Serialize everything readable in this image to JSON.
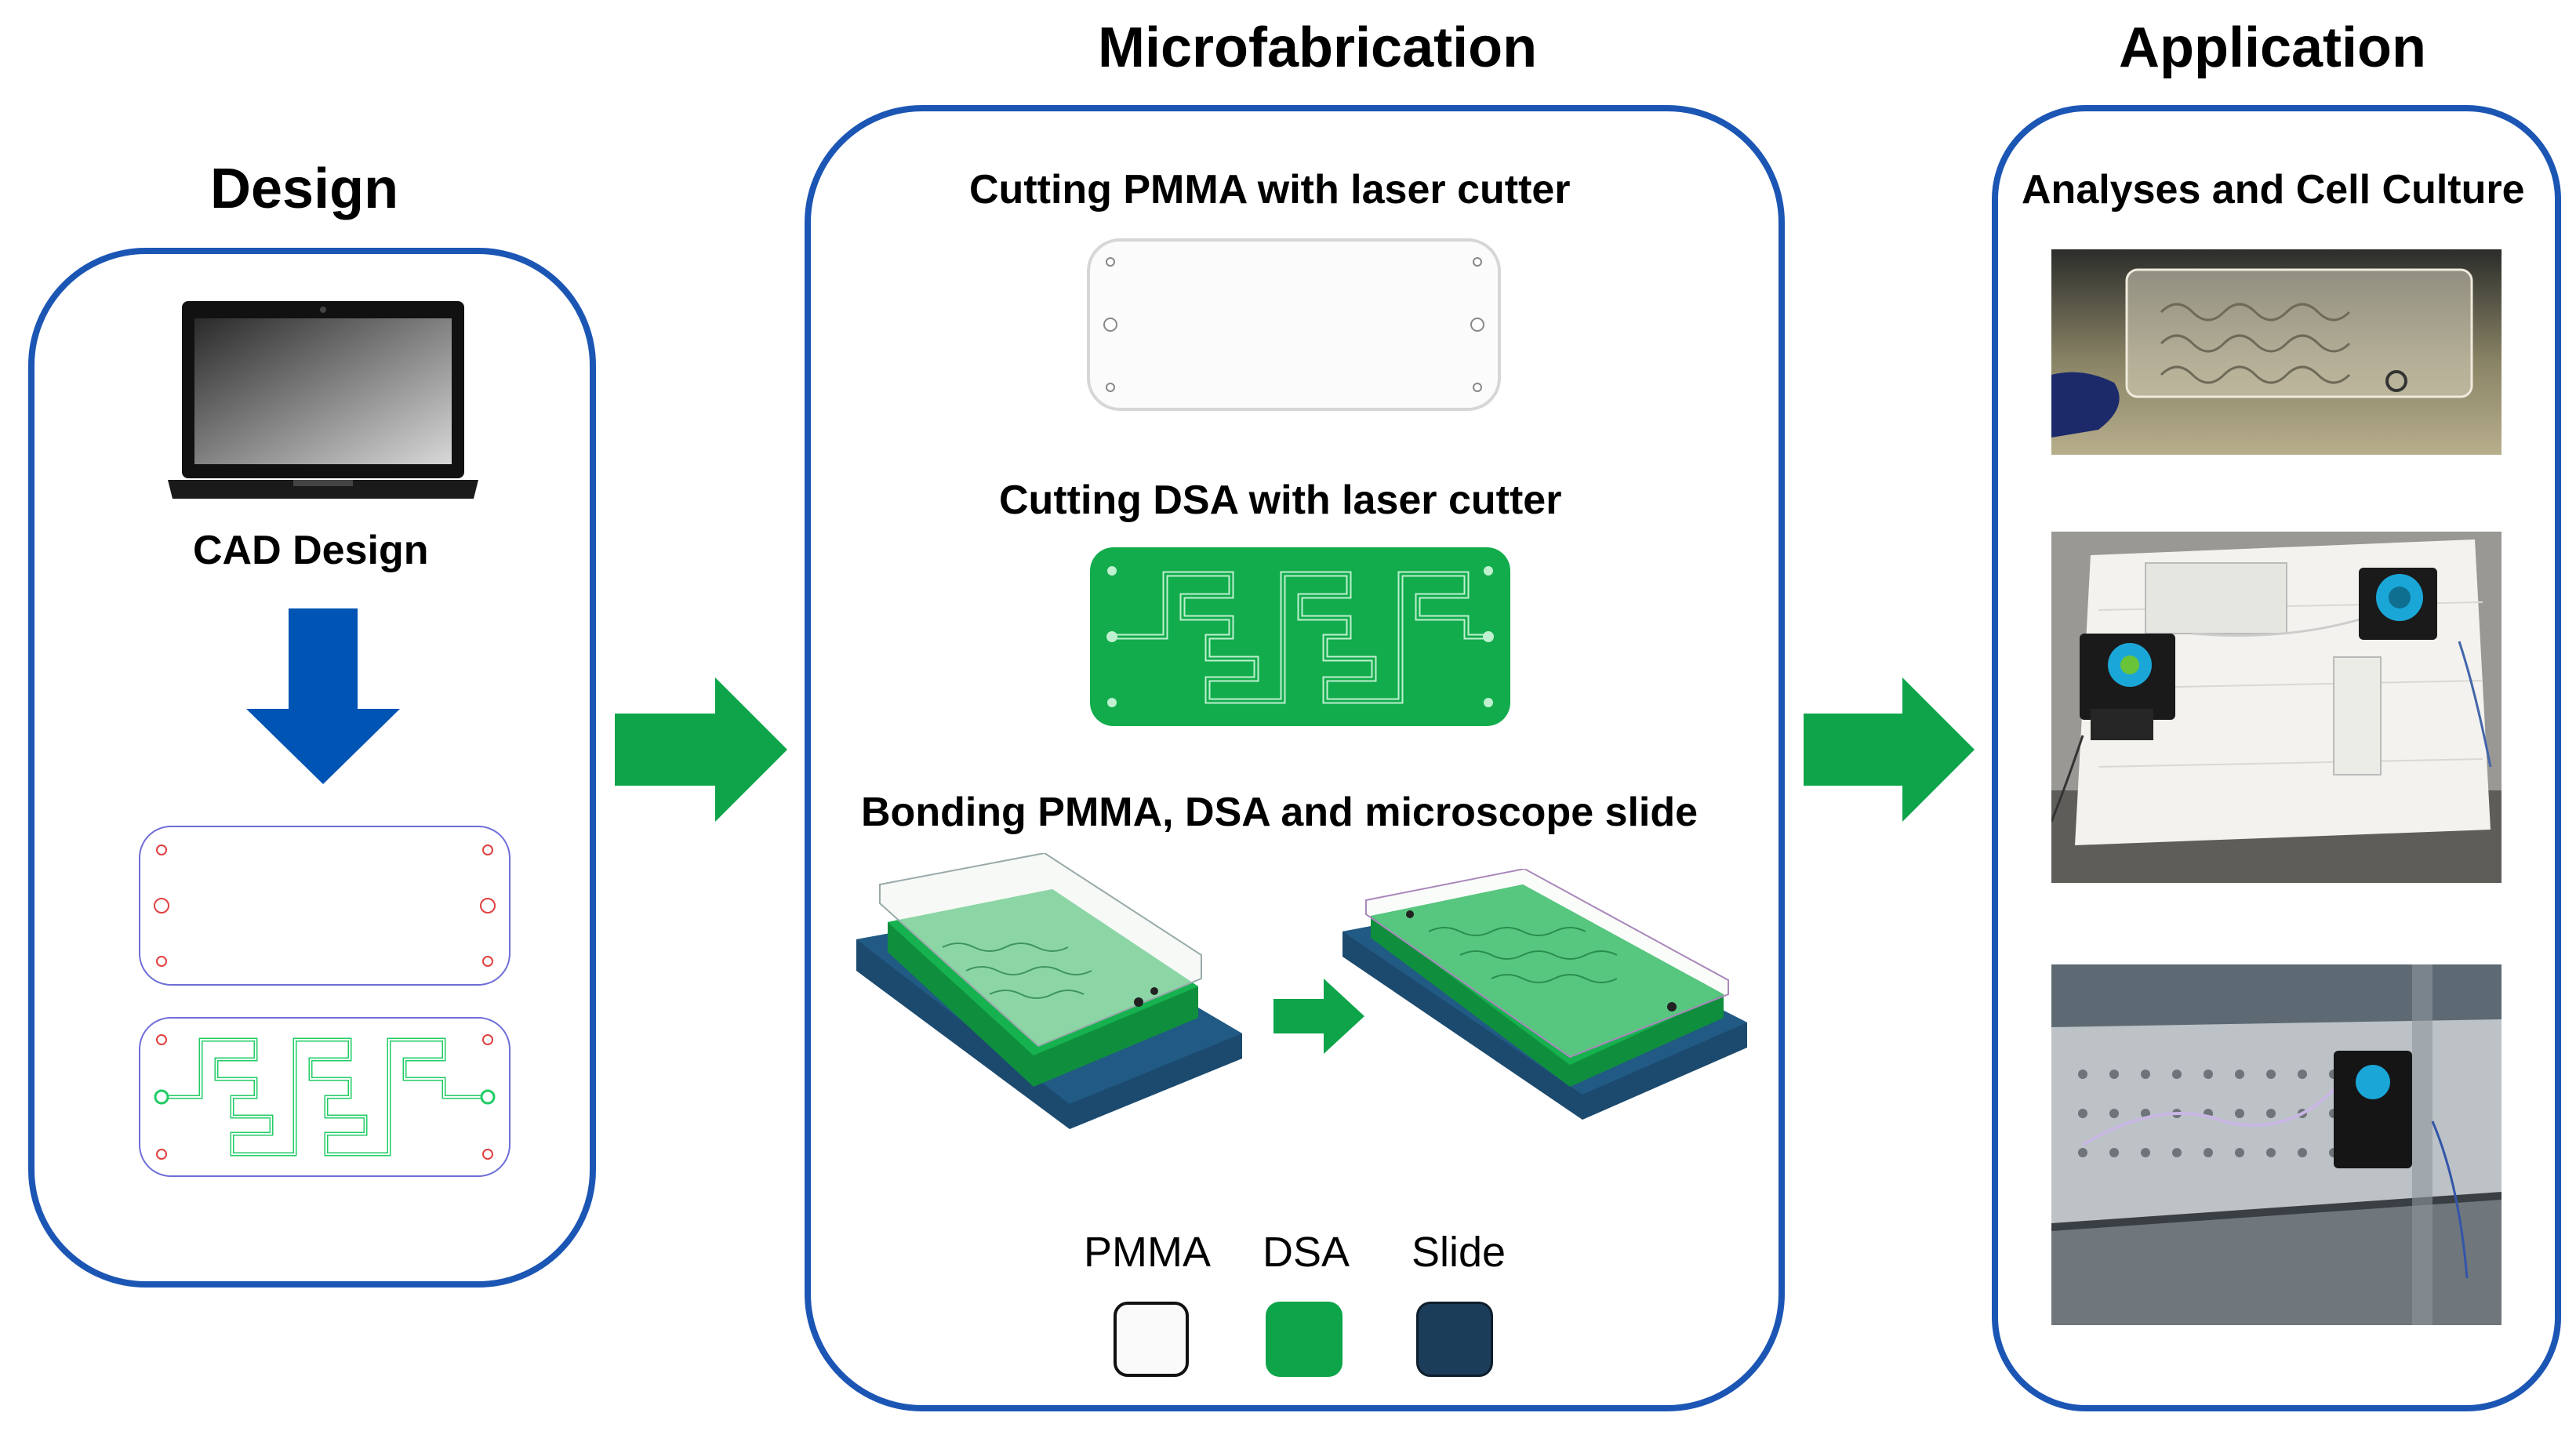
{
  "design": {
    "title": "Design",
    "cad_label": "CAD Design"
  },
  "microfabrication": {
    "title": "Microfabrication",
    "step1": "Cutting PMMA with laser cutter",
    "step2": "Cutting DSA with laser cutter",
    "step3": "Bonding PMMA, DSA and microscope slide",
    "legend": [
      {
        "label": "PMMA",
        "color": "#fafafa"
      },
      {
        "label": "DSA",
        "color": "#0da44a"
      },
      {
        "label": "Slide",
        "color": "#1b3d5a"
      }
    ]
  },
  "application": {
    "title": "Application",
    "subtitle": "Analyses and Cell Culture"
  },
  "colors": {
    "panel_border": "#1c56b4",
    "flow_arrow": "#0da44a",
    "down_arrow": "#0054b4",
    "dsa_green": "#12ac4c",
    "slide_blue": "#1b4a6e"
  }
}
